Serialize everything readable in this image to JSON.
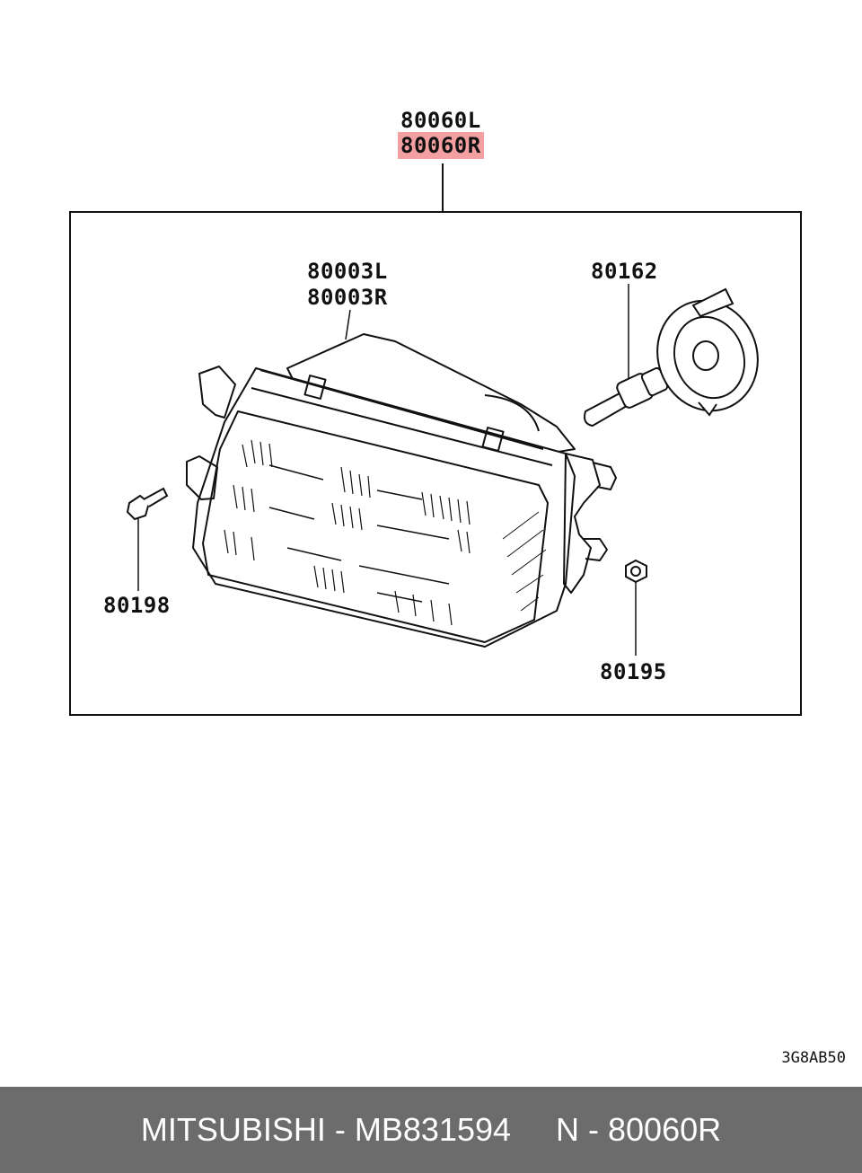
{
  "callouts": {
    "assembly_left": "80060L",
    "assembly_right": "80060R",
    "unit_left": "80003L",
    "unit_right": "80003R",
    "bulb": "80162",
    "screw": "80198",
    "nut": "80195"
  },
  "diagram_code": "3G8AB50",
  "footer": {
    "brand_part": "MITSUBISHI - MB831594",
    "ref": "N - 80060R"
  },
  "colors": {
    "highlight": "#f4a0a3",
    "footer_bg": "#6c6c6c",
    "line": "#111111"
  }
}
